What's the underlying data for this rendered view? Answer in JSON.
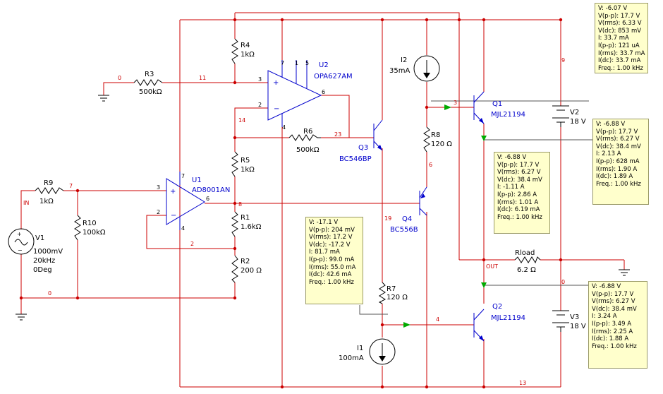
{
  "components": {
    "R3": {
      "ref": "R3",
      "value": "500kΩ"
    },
    "R4": {
      "ref": "R4",
      "value": "1kΩ"
    },
    "R5": {
      "ref": "R5",
      "value": "1kΩ"
    },
    "R6": {
      "ref": "R6",
      "value": "500kΩ"
    },
    "R1": {
      "ref": "R1",
      "value": "1.6kΩ"
    },
    "R2": {
      "ref": "R2",
      "value": "200 Ω"
    },
    "R9": {
      "ref": "R9",
      "value": "1kΩ"
    },
    "R10": {
      "ref": "R10",
      "value": "100kΩ"
    },
    "R8": {
      "ref": "R8",
      "value": "120 Ω"
    },
    "R7": {
      "ref": "R7",
      "value": "120 Ω"
    },
    "Rload": {
      "ref": "Rload",
      "value": "6.2 Ω"
    },
    "U2": {
      "ref": "U2",
      "part": "OPA627AM"
    },
    "U1": {
      "ref": "U1",
      "part": "AD8001AN"
    },
    "Q1": {
      "ref": "Q1",
      "part": "MJL21194"
    },
    "Q2": {
      "ref": "Q2",
      "part": "MJL21194"
    },
    "Q3": {
      "ref": "Q3",
      "part": "BC546BP"
    },
    "Q4": {
      "ref": "Q4",
      "part": "BC556B"
    },
    "I1": {
      "ref": "I1",
      "value": "100mA"
    },
    "I2": {
      "ref": "I2",
      "value": "35mA"
    },
    "V1": {
      "ref": "V1",
      "line1": "1000mV",
      "line2": "20kHz",
      "line3": "0Deg"
    },
    "V2": {
      "ref": "V2",
      "value": "18 V"
    },
    "V3": {
      "ref": "V3",
      "value": "18 V"
    }
  },
  "nets": {
    "n0a": "0",
    "n11": "11",
    "n14": "14",
    "n23": "23",
    "n7": "7",
    "nin": "IN",
    "n8": "8",
    "n2": "2",
    "n0b": "0",
    "n19": "19",
    "n3": "3",
    "n6": "6",
    "n9": "9",
    "nout": "OUT",
    "n0c": "0",
    "n4": "4",
    "n13": "13"
  },
  "pins": {
    "u2_7": "7",
    "u2_1": "1",
    "u2_5": "5",
    "u2_3": "3",
    "u2_2": "2",
    "u2_4": "4",
    "u2_6": "6",
    "u1_7": "7",
    "u1_3": "3",
    "u1_2": "2",
    "u1_4": "4",
    "u1_6": "6"
  },
  "probes": [
    {
      "lines": [
        "V: -6.07 V",
        "V(p-p): 17.7 V",
        "V(rms): 6.33 V",
        "V(dc): 853 mV",
        "I: 33.7 mA",
        "I(p-p): 121 uA",
        "I(rms): 33.7 mA",
        "I(dc): 33.7 mA",
        "Freq.: 1.00 kHz"
      ]
    },
    {
      "lines": [
        "V: -6.88 V",
        "V(p-p): 17.7 V",
        "V(rms): 6.27 V",
        "V(dc): 38.4 mV",
        "I: 2.13 A",
        "I(p-p): 628 mA",
        "I(rms): 1.90 A",
        "I(dc): 1.89 A",
        "Freq.: 1.00 kHz"
      ]
    },
    {
      "lines": [
        "V: -6.88 V",
        "V(p-p): 17.7 V",
        "V(rms): 6.27 V",
        "V(dc): 38.4 mV",
        "I: -1.11 A",
        "I(p-p): 2.86 A",
        "I(rms): 1.01 A",
        "I(dc): 6.19 mA",
        "Freq.: 1.00 kHz"
      ]
    },
    {
      "lines": [
        "V: -17.1 V",
        "V(p-p): 204 mV",
        "V(rms): 17.2 V",
        "V(dc): -17.2 V",
        "I: 81.7 mA",
        "I(p-p): 99.0 mA",
        "I(rms): 55.0 mA",
        "I(dc): 42.6 mA",
        "Freq.: 1.00 kHz"
      ]
    },
    {
      "lines": [
        "V: -6.88 V",
        "V(p-p): 17.7 V",
        "V(rms): 6.27 V",
        "V(dc): 38.4 mV",
        "I: 3.24 A",
        "I(p-p): 3.49 A",
        "I(rms): 2.25 A",
        "I(dc): 1.88 A",
        "Freq.: 1.00 kHz"
      ]
    }
  ],
  "colors": {
    "wire": "#cc0000",
    "probe_bg": "#ffffcc",
    "part_text": "#0000cc"
  }
}
